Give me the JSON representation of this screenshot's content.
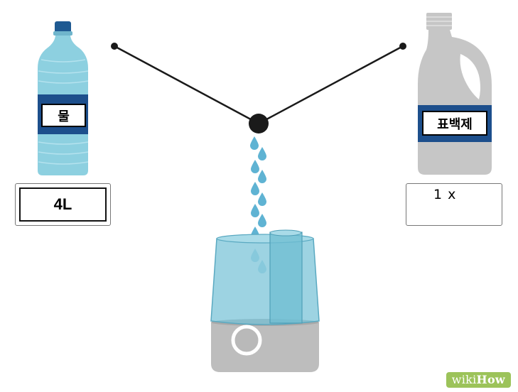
{
  "water_bottle": {
    "label": "물"
  },
  "water_amount": {
    "text": "4L"
  },
  "bleach_bottle": {
    "label": "표백제"
  },
  "spoon_measure": {
    "text": "1 x"
  },
  "watermark": {
    "part1": "wiki",
    "part2": "How"
  },
  "colors": {
    "water_bottle_body": "#8dd0e0",
    "water_bottle_band": "#1d4f8c",
    "bottle_cap": "#1f5a92",
    "bleach_bottle_body": "#c6c6c6",
    "bleach_band": "#1d4f8c",
    "water_drop": "#5fb3d3",
    "humidifier_tank": "#7cc4d8",
    "humidifier_base": "#bdbdbd",
    "spoon": "#8a8a8a",
    "connector_line": "#1a1a1a",
    "watermark_bg": "#9cc35a"
  },
  "icons": [
    "water-bottle-icon",
    "bleach-bottle-icon",
    "spoon-icon",
    "humidifier-icon",
    "water-drop-icon"
  ]
}
